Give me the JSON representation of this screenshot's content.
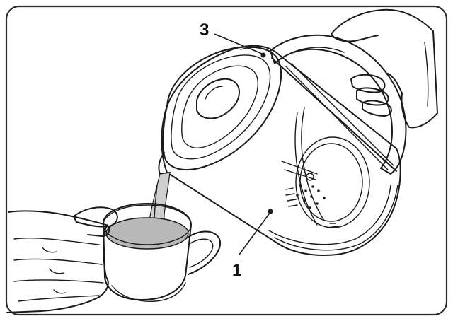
{
  "callouts": [
    {
      "id": "kettle-body",
      "label": "1"
    },
    {
      "id": "kettle-lid",
      "label": "3"
    }
  ],
  "colors": {
    "frame": "#2a2a2a",
    "tea": "#b8b8b8",
    "stream": "#cfcfcf",
    "line": "#1a1a1a"
  }
}
